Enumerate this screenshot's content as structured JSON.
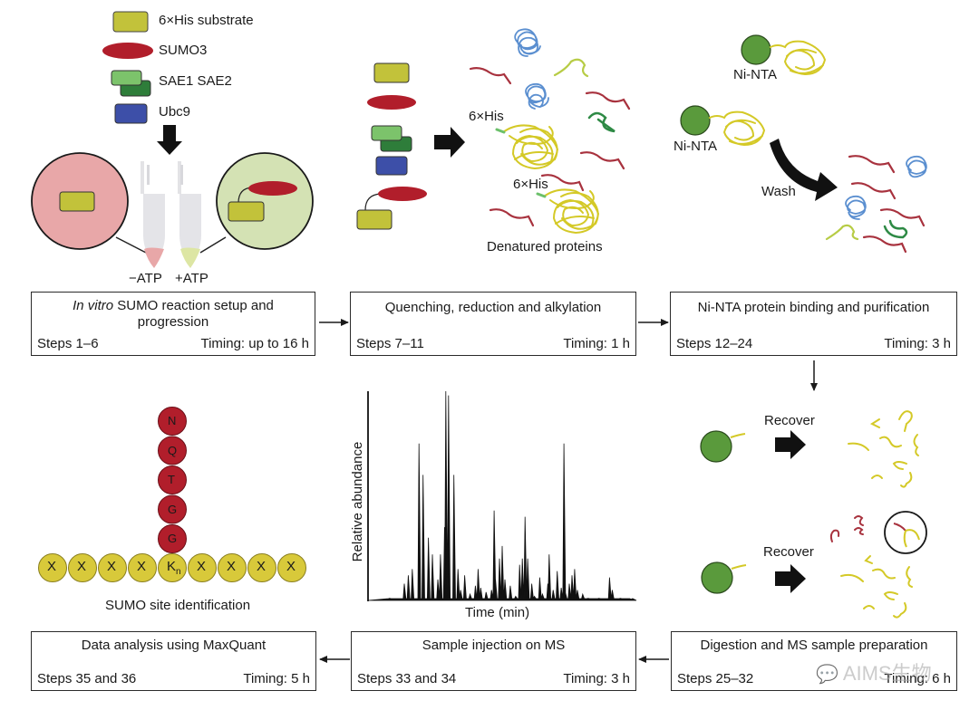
{
  "legend": {
    "items": [
      {
        "label": "6×His substrate",
        "color": "#c2c23a"
      },
      {
        "label": "SUMO3",
        "color": "#b11e2b"
      },
      {
        "label": "SAE1 SAE2",
        "color": "#7cc36b"
      },
      {
        "label": "Ubc9",
        "color": "#3d4fa8"
      }
    ],
    "sae2_color": "#2e7d3a"
  },
  "reaction": {
    "minus_atp": "−ATP",
    "plus_atp": "+ATP",
    "minus_color": "#e8a7a8",
    "plus_color": "#d4e2b4"
  },
  "denaturation": {
    "his_label_1": "6×His",
    "his_label_2": "6×His",
    "caption": "Denatured proteins"
  },
  "purification": {
    "bead_label_1": "Ni-NTA",
    "bead_label_2": "Ni-NTA",
    "wash_label": "Wash",
    "bead_color": "#5a9a3c"
  },
  "recovery": {
    "recover_1": "Recover",
    "recover_2": "Recover"
  },
  "sumo_site": {
    "remnant": [
      "N",
      "Q",
      "T",
      "G",
      "G"
    ],
    "backbone": [
      "X",
      "X",
      "X",
      "X",
      "K",
      "X",
      "X",
      "X",
      "X"
    ],
    "lysine_subscript": "n",
    "caption": "SUMO site identification"
  },
  "chromatogram": {
    "xlabel": "Time (min)",
    "ylabel": "Relative abundance"
  },
  "steps": [
    {
      "title_italic": "In vitro",
      "title": " SUMO reaction setup and progression",
      "steps": "Steps 1–6",
      "timing": "Timing: up to 16 h"
    },
    {
      "title_italic": "",
      "title": "Quenching, reduction and alkylation",
      "steps": "Steps 7–11",
      "timing": "Timing: 1 h"
    },
    {
      "title_italic": "",
      "title": "Ni-NTA protein binding and purification",
      "steps": "Steps 12–24",
      "timing": "Timing: 3 h"
    },
    {
      "title_italic": "",
      "title": "Digestion and MS sample preparation",
      "steps": "Steps 25–32",
      "timing": "Timing: 6 h"
    },
    {
      "title_italic": "",
      "title": "Sample injection on MS",
      "steps": "Steps 33 and 34",
      "timing": "Timing: 3 h"
    },
    {
      "title_italic": "",
      "title": "Data analysis using MaxQuant",
      "steps": "Steps 35 and 36",
      "timing": "Timing: 5 h"
    }
  ],
  "watermark": "AIMS生物"
}
